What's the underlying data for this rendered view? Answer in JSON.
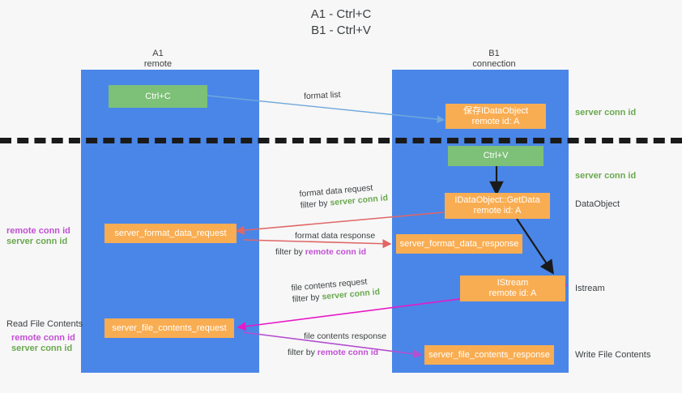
{
  "title": "A1 - Ctrl+C\nB1 - Ctrl+V",
  "colors": {
    "lane": "#4a86e8",
    "green_box": "#7dc077",
    "orange_box": "#f9ad52",
    "background": "#f7f7f7",
    "server_conn": "#6aa84f",
    "remote_conn": "#c24fd4",
    "arrow_blue": "#6fa8dc",
    "arrow_red": "#e06666",
    "arrow_magenta": "#e719c7",
    "arrow_purple": "#b44fd0",
    "arrow_black": "#1a1a1a",
    "divider": "#1a1a1a"
  },
  "columns": [
    {
      "name": "A1",
      "sub": "remote",
      "header": "A1\nremote"
    },
    {
      "name": "B1",
      "sub": "connection",
      "header": "B1\nconnection"
    }
  ],
  "boxes": {
    "ctrl_c": "Ctrl+C",
    "save_idataobject": "保存IDataObject\nremote id: A",
    "ctrl_v": "Ctrl+V",
    "getdata": "IDataObject::GetData\nremote id: A",
    "server_format_data_request": "server_format_data_request",
    "server_format_data_response": "server_format_data_response",
    "istream": "IStream\nremote id: A",
    "server_file_contents_request": "server_file_contents_request",
    "server_file_contents_response": "server_file_contents_response"
  },
  "right_labels": {
    "server_conn_id_top": "server conn id",
    "server_conn_id_mid": "server conn id",
    "dataobject": "DataObject",
    "istream": "Istream",
    "write_file_contents": "Write File Contents"
  },
  "left_labels": {
    "format_remote": "remote conn id",
    "format_server": "server conn id",
    "read_file_contents": "Read File Contents",
    "file_remote": "remote conn id",
    "file_server": "server conn id"
  },
  "edges": {
    "format_list": "format list",
    "format_data_request": "format data request",
    "format_data_request_filter_prefix": "filter by ",
    "format_data_request_filter_tag": "server conn id",
    "format_data_response": "format data response",
    "format_data_response_filter_prefix": "filter by ",
    "format_data_response_filter_tag": "remote conn id",
    "file_contents_request": "file contents request",
    "file_contents_request_filter_prefix": "filter by ",
    "file_contents_request_filter_tag": "server conn id",
    "file_contents_response": "file contents response",
    "file_contents_response_filter_prefix": "filter by ",
    "file_contents_response_filter_tag": "remote conn id"
  }
}
